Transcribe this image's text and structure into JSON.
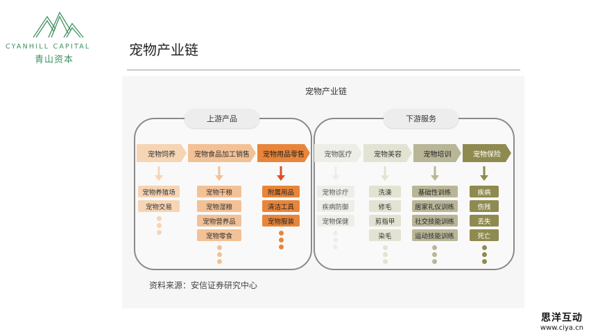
{
  "logo": {
    "en_name": "CYANHILL CAPITAL",
    "cn_name": "青山资本",
    "icon": "mountain-logo-icon",
    "color": "#3f8f5f"
  },
  "page_title": "宠物产业链",
  "diagram": {
    "title": "宠物产业链",
    "groups": [
      {
        "label": "上游产品"
      },
      {
        "label": "下游服务"
      }
    ],
    "stages": [
      {
        "label": "宠物饲养",
        "color": "#f6d5b5",
        "text_color": "#333333",
        "items": [
          "宠物养殖场",
          "宠物交易"
        ]
      },
      {
        "label": "宠物食品加工销售",
        "color": "#f3c196",
        "text_color": "#333333",
        "items": [
          "宠物干粮",
          "宠物湿粮",
          "宠物营养品",
          "宠物零食"
        ]
      },
      {
        "label": "宠物用品零售",
        "color": "#e8853a",
        "text_color": "#222222",
        "items": [
          "附属用品",
          "清洁工具",
          "宠物服装"
        ]
      },
      {
        "label": "宠物医疗",
        "color": "#eeeee8",
        "text_color": "#555555",
        "items": [
          "宠物诊疗",
          "疾病防御",
          "宠物保健"
        ]
      },
      {
        "label": "宠物美容",
        "color": "#e3e3d3",
        "text_color": "#333333",
        "items": [
          "洗澡",
          "修毛",
          "剪指甲",
          "染毛"
        ]
      },
      {
        "label": "宠物培训",
        "color": "#b9b698",
        "text_color": "#222222",
        "items": [
          "基础性训练",
          "居家礼仪训练",
          "社交技能训练",
          "运动技能训练"
        ]
      },
      {
        "label": "宠物保险",
        "color": "#8f8a4f",
        "text_color": "#ffffff",
        "items": [
          "疾病",
          "伤残",
          "丢失",
          "死亡"
        ]
      }
    ]
  },
  "source": "资料来源：安信证券研究中心",
  "watermark": {
    "cn": "思洋互动",
    "url": "www.ciya.cn"
  }
}
